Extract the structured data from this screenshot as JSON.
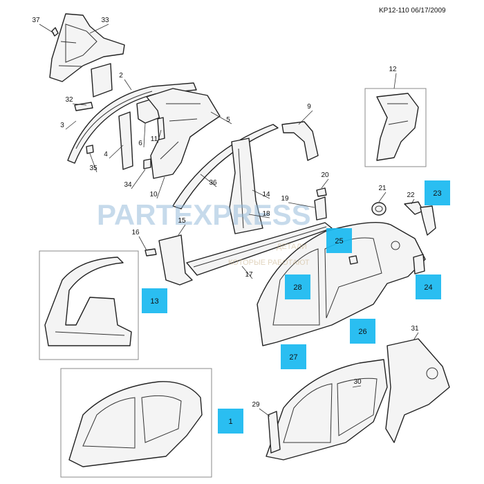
{
  "header": {
    "code": "KP12-110 06/17/2009"
  },
  "watermark": {
    "brand": "PARTEXPRESS",
    "line1": "ДЕТАЛИ",
    "line2": "КОТОРЫЕ РАБОТАЮТ"
  },
  "callouts": [
    {
      "id": "c37",
      "label": "37",
      "highlight": false
    },
    {
      "id": "c33",
      "label": "33",
      "highlight": false
    },
    {
      "id": "c2",
      "label": "2",
      "highlight": false
    },
    {
      "id": "c32",
      "label": "32",
      "highlight": false
    },
    {
      "id": "c3",
      "label": "3",
      "highlight": false
    },
    {
      "id": "c4",
      "label": "4",
      "highlight": false
    },
    {
      "id": "c35",
      "label": "35",
      "highlight": false
    },
    {
      "id": "c6",
      "label": "6",
      "highlight": false
    },
    {
      "id": "c11",
      "label": "11",
      "highlight": false
    },
    {
      "id": "c34",
      "label": "34",
      "highlight": false
    },
    {
      "id": "c10",
      "label": "10",
      "highlight": false
    },
    {
      "id": "c5",
      "label": "5",
      "highlight": false
    },
    {
      "id": "c9",
      "label": "9",
      "highlight": false
    },
    {
      "id": "c36",
      "label": "36",
      "highlight": false
    },
    {
      "id": "c14",
      "label": "14",
      "highlight": false
    },
    {
      "id": "c12",
      "label": "12",
      "highlight": false
    },
    {
      "id": "c20",
      "label": "20",
      "highlight": false
    },
    {
      "id": "c19",
      "label": "19",
      "highlight": false
    },
    {
      "id": "c18",
      "label": "18",
      "highlight": false
    },
    {
      "id": "c21",
      "label": "21",
      "highlight": false
    },
    {
      "id": "c22",
      "label": "22",
      "highlight": false
    },
    {
      "id": "c23",
      "label": "23",
      "highlight": true
    },
    {
      "id": "c16",
      "label": "16",
      "highlight": false
    },
    {
      "id": "c15",
      "label": "15",
      "highlight": false
    },
    {
      "id": "c25",
      "label": "25",
      "highlight": true
    },
    {
      "id": "c17",
      "label": "17",
      "highlight": false
    },
    {
      "id": "c13",
      "label": "13",
      "highlight": true
    },
    {
      "id": "c28",
      "label": "28",
      "highlight": true
    },
    {
      "id": "c24",
      "label": "24",
      "highlight": true
    },
    {
      "id": "c26",
      "label": "26",
      "highlight": true
    },
    {
      "id": "c27",
      "label": "27",
      "highlight": true
    },
    {
      "id": "c31",
      "label": "31",
      "highlight": false
    },
    {
      "id": "c30",
      "label": "30",
      "highlight": false
    },
    {
      "id": "c29",
      "label": "29",
      "highlight": false
    },
    {
      "id": "c1",
      "label": "1",
      "highlight": true
    }
  ],
  "colors": {
    "highlight": "#18b8f0",
    "line": "#222222"
  }
}
